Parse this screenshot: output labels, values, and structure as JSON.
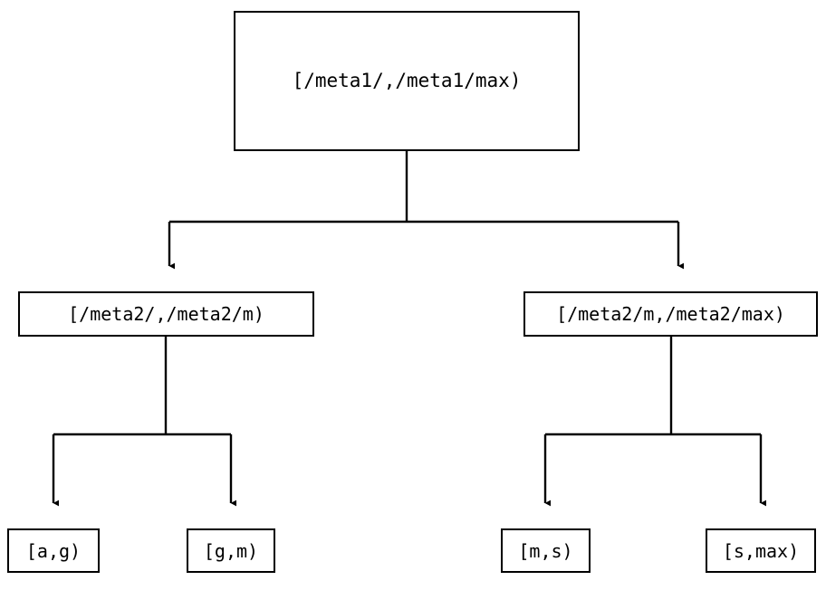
{
  "diagram": {
    "type": "tree",
    "title": "",
    "orientation": "top-down",
    "colors": {
      "background": "#ffffff",
      "node_border": "#000000",
      "node_fill": "#ffffff",
      "text": "#000000",
      "connector": "#000000"
    },
    "nodes": {
      "root": {
        "label": "[/meta1/,/meta1/max)",
        "level": 0
      },
      "meta2_low": {
        "label": "[/meta2/,/meta2/m)",
        "level": 1
      },
      "meta2_high": {
        "label": "[/meta2/m,/meta2/max)",
        "level": 1
      },
      "leaf_ag": {
        "label": "[a,g)",
        "level": 2
      },
      "leaf_gm": {
        "label": "[g,m)",
        "level": 2
      },
      "leaf_ms": {
        "label": "[m,s)",
        "level": 2
      },
      "leaf_smax": {
        "label": "[s,max)",
        "level": 2
      }
    },
    "edges": [
      {
        "from": "root",
        "to": "meta2_low",
        "arrow": "triangle-down"
      },
      {
        "from": "root",
        "to": "meta2_high",
        "arrow": "triangle-down"
      },
      {
        "from": "meta2_low",
        "to": "leaf_ag",
        "arrow": "triangle-down"
      },
      {
        "from": "meta2_low",
        "to": "leaf_gm",
        "arrow": "triangle-down"
      },
      {
        "from": "meta2_high",
        "to": "leaf_ms",
        "arrow": "triangle-down"
      },
      {
        "from": "meta2_high",
        "to": "leaf_smax",
        "arrow": "triangle-down"
      }
    ]
  }
}
